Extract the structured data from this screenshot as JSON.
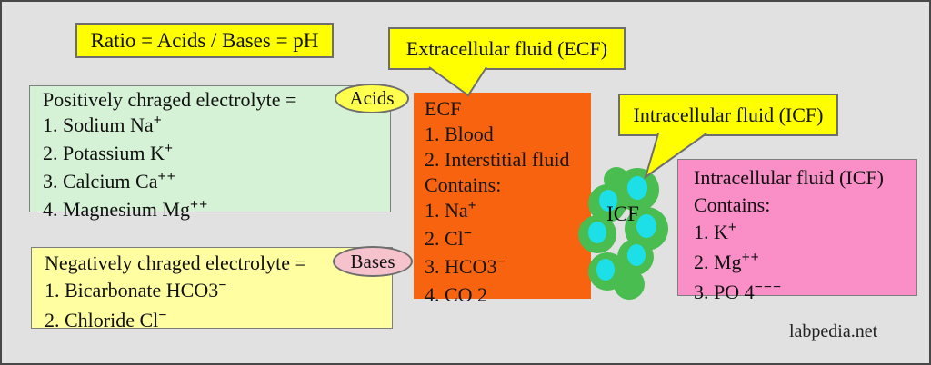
{
  "ratio_box": {
    "label": "Ratio = Acids / Bases = pH"
  },
  "positive_box": {
    "title": "Positively chraged electrolyte =",
    "badge": "Acids",
    "items": [
      {
        "base": "1. Sodium Na",
        "sup": "+"
      },
      {
        "base": "2. Potassium K",
        "sup": "+"
      },
      {
        "base": "3. Calcium Ca",
        "sup": "++"
      },
      {
        "base": "4. Magnesium Mg",
        "sup": "++"
      }
    ]
  },
  "negative_box": {
    "title": "Negatively chraged electrolyte =",
    "badge": "Bases",
    "items": [
      {
        "base": "1. Bicarbonate HCO3",
        "sup": "−"
      },
      {
        "base": "2. Chloride Cl",
        "sup": "−"
      }
    ]
  },
  "ecf_callout": {
    "label": "Extracellular fluid (ECF)"
  },
  "icf_callout": {
    "label": "Intracellular fluid (ICF)"
  },
  "ecf_box": {
    "lines": [
      {
        "base": "ECF",
        "sup": ""
      },
      {
        "base": "1. Blood",
        "sup": ""
      },
      {
        "base": "2. Interstitial fluid",
        "sup": ""
      },
      {
        "base": "Contains:",
        "sup": ""
      },
      {
        "base": "1. Na",
        "sup": "+"
      },
      {
        "base": "2. Cl",
        "sup": "−"
      },
      {
        "base": "3. HCO3",
        "sup": "−"
      },
      {
        "base": "4. CO 2",
        "sup": ""
      }
    ]
  },
  "icf_cells": {
    "label": "ICF"
  },
  "icf_box": {
    "lines": [
      {
        "base": "Intracellular fluid (ICF)",
        "sup": ""
      },
      {
        "base": "Contains:",
        "sup": ""
      },
      {
        "base": "1. K",
        "sup": "+"
      },
      {
        "base": "2. Mg",
        "sup": "++"
      },
      {
        "base": "3. PO 4",
        "sup": "−−−"
      }
    ]
  },
  "watermark": "labpedia.net",
  "colors": {
    "background": "#e1e1e1",
    "bright_yellow": "#ffff00",
    "pale_green": "#d6f2d6",
    "pale_yellow": "#ffffa1",
    "orange": "#f7630f",
    "pink": "#fa8fc7",
    "acids_oval": "#ffff4d",
    "bases_oval": "#f6c3cd",
    "cell_green": "#49bd4f",
    "nucleus_cyan": "#1ddfe8"
  }
}
